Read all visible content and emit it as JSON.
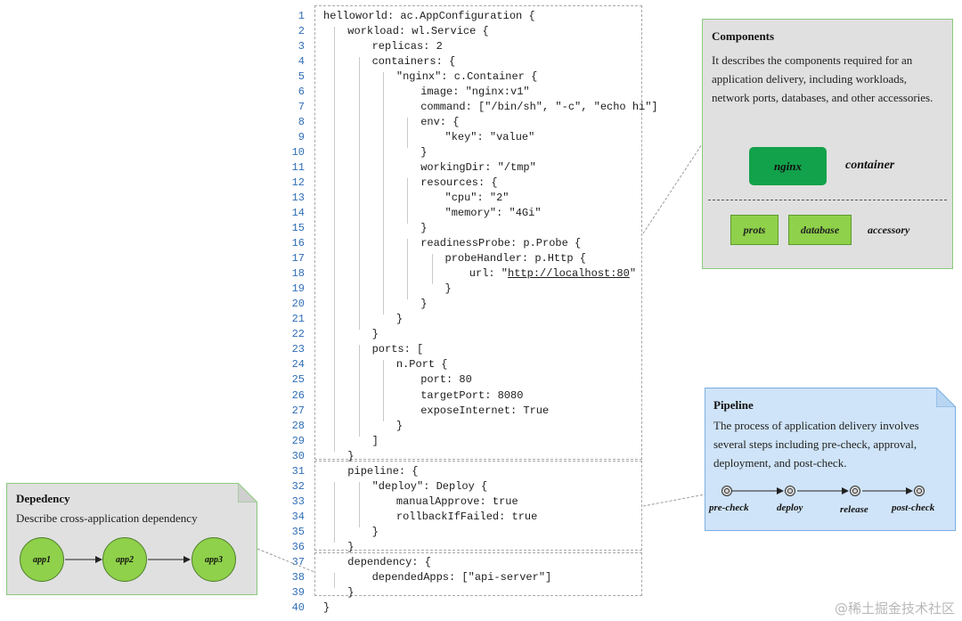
{
  "code": {
    "line_numbers": [
      "1",
      "2",
      "3",
      "4",
      "5",
      "6",
      "7",
      "8",
      "9",
      "10",
      "11",
      "12",
      "13",
      "14",
      "15",
      "16",
      "17",
      "18",
      "19",
      "20",
      "21",
      "22",
      "23",
      "24",
      "25",
      "26",
      "27",
      "28",
      "29",
      "30",
      "31",
      "32",
      "33",
      "34",
      "35",
      "36",
      "37",
      "38",
      "39",
      "40"
    ],
    "lines": [
      "helloworld: ac.AppConfiguration {",
      "workload: wl.Service {",
      "replicas: 2",
      "containers: {",
      "\"nginx\": c.Container {",
      "image: \"nginx:v1\"",
      "command: [\"/bin/sh\", \"-c\", \"echo hi\"]",
      "env: {",
      "\"key\": \"value\"",
      "}",
      "workingDir: \"/tmp\"",
      "resources: {",
      "\"cpu\": \"2\"",
      "\"memory\": \"4Gi\"",
      "}",
      "readinessProbe: p.Probe {",
      "probeHandler: p.Http {",
      "url: \"http://localhost:80\"",
      "}",
      "}",
      "}",
      "}",
      "ports: [",
      "n.Port {",
      "port: 80",
      "targetPort: 8080",
      "exposeInternet: True",
      "}",
      "]",
      "}",
      "pipeline: {",
      "\"deploy\": Deploy {",
      "manualApprove: true",
      "rollbackIfFailed: true",
      "}",
      "}",
      "dependency: {",
      "dependedApps: [\"api-server\"]",
      "}",
      "}"
    ],
    "url_prefix": "url: \"",
    "url_link": "http://localhost:80",
    "url_suffix": "\""
  },
  "components": {
    "title": "Components",
    "description": "It describes the components required for an application delivery, including workloads, network ports, databases, and other accessories.",
    "nginx_label": "nginx",
    "container_label": "container",
    "prots_label": "prots",
    "database_label": "database",
    "accessory_label": "accessory"
  },
  "pipeline": {
    "title": "Pipeline",
    "description": "The process of application delivery involves several steps including pre-check, approval, deployment, and post-check.",
    "steps": [
      "pre-check",
      "deploy",
      "release",
      "post-check"
    ]
  },
  "dependency": {
    "title": "Depedency",
    "description": "Describe cross-application dependency",
    "apps": [
      "app1",
      "app2",
      "app3"
    ]
  },
  "watermark": "@稀土掘金技术社区",
  "colors": {
    "line_number": "#2f6db5",
    "components_bg": "#e0e0e0",
    "pipeline_bg": "#cfe4f8",
    "nginx_green": "#12a24b",
    "accessory_green": "#8fd14a"
  }
}
